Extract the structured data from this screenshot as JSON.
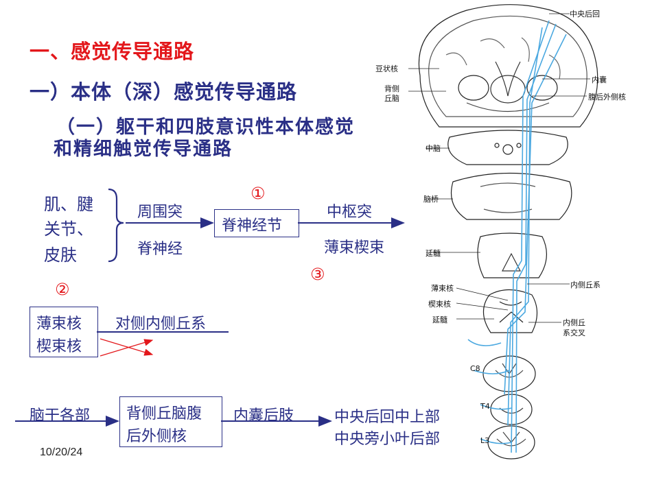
{
  "headings": {
    "h1": "一、感觉传导通路",
    "h2": "一）本体（深）感觉传导通路",
    "h3_line1": "（一）躯干和四肢意识性本体感觉",
    "h3_line2": "和精细触觉传导通路"
  },
  "flow1": {
    "source_lines": [
      "肌、腱",
      "关节、",
      "皮肤"
    ],
    "arrow_top": "周围突",
    "arrow_bottom": "脊神经",
    "node": "脊神经节",
    "circle1": "①",
    "arrow2_top": "中枢突",
    "arrow2_bottom": "薄束楔束",
    "circle3": "③"
  },
  "flow2": {
    "circle2": "②",
    "node_line1": "薄束核",
    "node_line2": "楔束核",
    "label": "对侧内侧丘系"
  },
  "flow3": {
    "source": "脑干各部",
    "node_line1": "背侧丘脑腹",
    "node_line2": "后外侧核",
    "arrow_label": "内囊后肢",
    "target_line1": "中央后回中上部",
    "target_line2": "中央旁小叶后部"
  },
  "footer": {
    "date": "10/20/24"
  },
  "figure_labels": {
    "central_gyrus": "中央后回",
    "lentiform": "豆状核",
    "thalamus_1": "背侧",
    "thalamus_2": "丘脑",
    "internal_capsule": "内囊",
    "vpl": "腹后外侧核",
    "midbrain": "中脑",
    "pons": "脑桥",
    "medulla": "延髓",
    "gracile": "薄束核",
    "medial_lemniscus": "内侧丘系",
    "cuneate": "楔束核",
    "medulla2": "延髓",
    "decussation_1": "内侧丘",
    "decussation_2": "系交叉",
    "c8": "C8",
    "t4": "T4",
    "l3": "L3"
  },
  "colors": {
    "red": "#e3171b",
    "blue": "#2a2f86",
    "pathway": "#4aa8e0"
  }
}
